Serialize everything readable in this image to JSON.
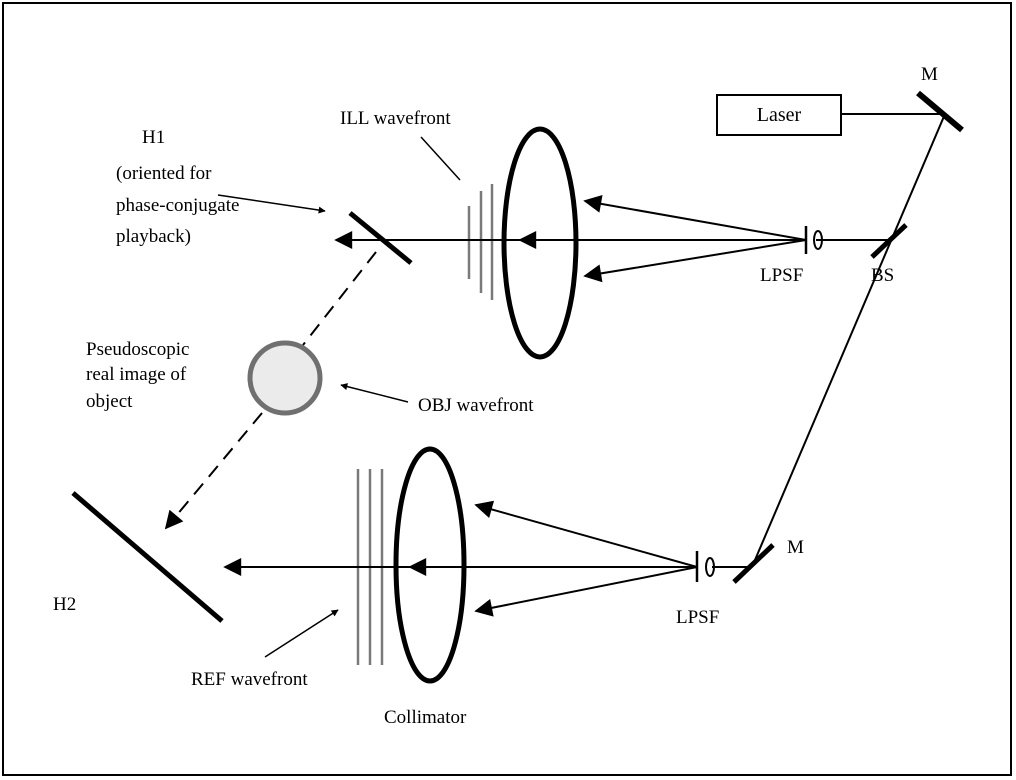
{
  "colors": {
    "line": "#000000",
    "plate": "#7a7a7a",
    "object_ring": "#707070",
    "object_fill": "#ebebeb",
    "background": "#ffffff"
  },
  "labels": {
    "laser": "Laser",
    "mirror_top": "M",
    "mirror_bottom": "M",
    "beam_splitter": "BS",
    "lpsf_top": "LPSF",
    "lpsf_bottom": "LPSF",
    "ill_wavefront": "ILL wavefront",
    "h1": "H1",
    "h1_note": [
      "(oriented for",
      "phase-conjugate",
      "playback)"
    ],
    "object_image": [
      "Pseudoscopic",
      "real image of",
      "object"
    ],
    "obj_wavefront": "OBJ wavefront",
    "h2": "H2",
    "ref_wavefront": "REF wavefront",
    "collimator": "Collimator"
  }
}
